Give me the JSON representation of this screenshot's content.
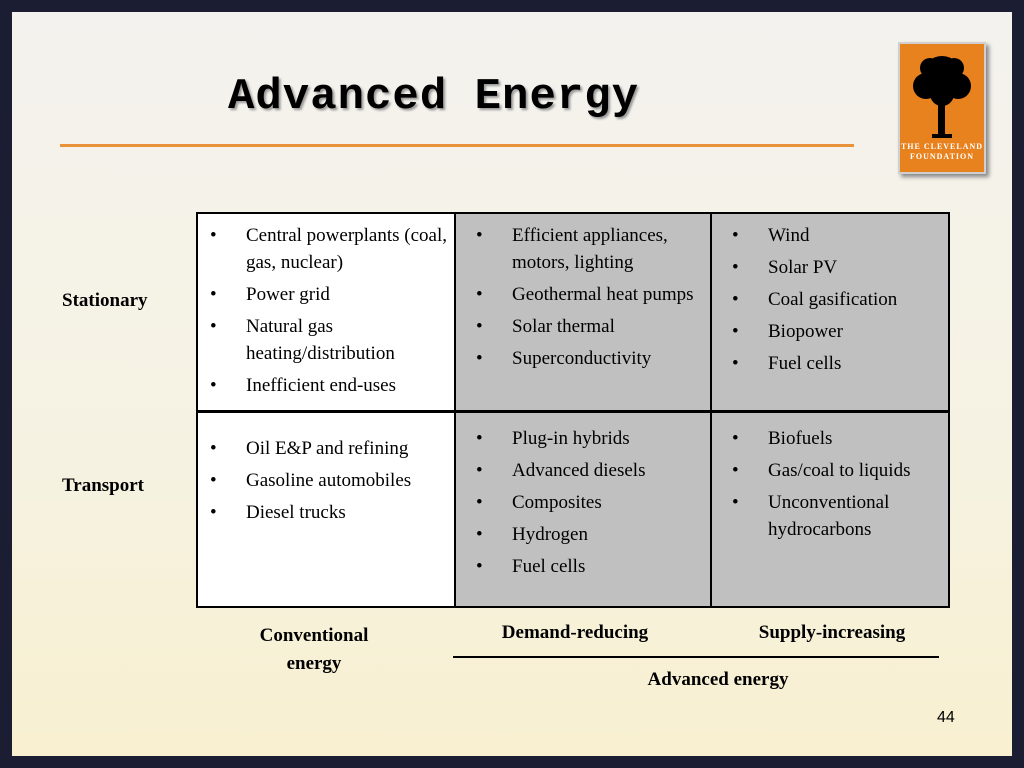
{
  "title": "Advanced Energy",
  "logo": {
    "line1": "THE CLEVELAND",
    "line2": "FOUNDATION",
    "icon": "tree-icon"
  },
  "rows": {
    "stationary": "Stationary",
    "transport": "Transport"
  },
  "columns": {
    "conventional": "Conventional energy",
    "demand": "Demand-reducing",
    "supply": "Supply-increasing",
    "advanced": "Advanced energy"
  },
  "cells": {
    "stationary_conventional": [
      "Central powerplants (coal, gas, nuclear)",
      "Power grid",
      "Natural gas heating/distribution",
      "Inefficient end-uses"
    ],
    "stationary_demand": [
      "Efficient appliances, motors, lighting",
      "Geothermal heat pumps",
      "Solar thermal",
      "Superconductivity"
    ],
    "stationary_supply": [
      "Wind",
      "Solar PV",
      "Coal gasification",
      "Biopower",
      "Fuel cells"
    ],
    "transport_conventional": [
      "Oil E&P and refining",
      "Gasoline automobiles",
      "Diesel trucks"
    ],
    "transport_demand": [
      "Plug-in hybrids",
      "Advanced diesels",
      "Composites",
      "Hydrogen",
      "Fuel cells"
    ],
    "transport_supply": [
      "Biofuels",
      "Gas/coal to liquids",
      "Unconventional hydrocarbons"
    ]
  },
  "colors": {
    "accent": "#e8923a",
    "logo_bg": "#e8821f",
    "shaded_cell": "#c0c0c0"
  },
  "page_number": "44"
}
